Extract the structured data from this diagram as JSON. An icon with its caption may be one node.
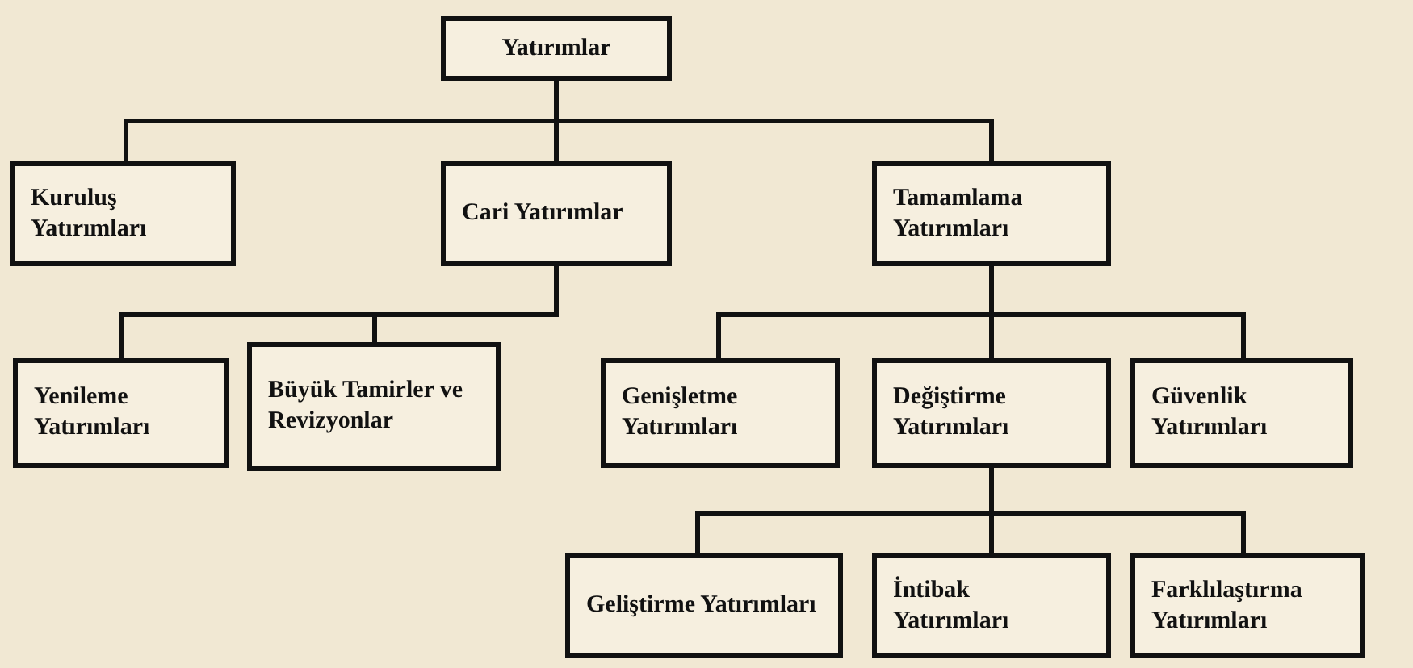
{
  "diagram": {
    "nodes": [
      {
        "text": [
          "Yatırımlar"
        ]
      },
      {
        "text": [
          "Kuruluş Yatırımları"
        ]
      },
      {
        "text": [
          "Cari Yatırımlar"
        ]
      },
      {
        "text": [
          "Tamamlama Yatırımları"
        ]
      },
      {
        "text": [
          "Yenileme Yatırımları"
        ]
      },
      {
        "text": [
          "Büyük Tamirler ve Revizyonlar"
        ]
      },
      {
        "text": [
          "Genişletme Yatırımları"
        ]
      },
      {
        "text": [
          "Değiştirme Yatırımları"
        ]
      },
      {
        "text": [
          "Güvenlik Yatırımları"
        ]
      },
      {
        "text": [
          "Geliştirme Yatırımları"
        ]
      },
      {
        "text": [
          "İntibak Yatırımları"
        ]
      },
      {
        "text": [
          "Farklılaştırma Yatırımları"
        ]
      }
    ],
    "edges": [
      {
        "from": 0,
        "to": 1,
        "arrow": "none"
      },
      {
        "from": 0,
        "to": 2,
        "arrow": "none"
      },
      {
        "from": 0,
        "to": 3,
        "arrow": "none"
      },
      {
        "from": 2,
        "to": 4,
        "arrow": "none"
      },
      {
        "from": 2,
        "to": 5,
        "arrow": "none"
      },
      {
        "from": 3,
        "to": 6,
        "arrow": "none"
      },
      {
        "from": 3,
        "to": 7,
        "arrow": "none"
      },
      {
        "from": 3,
        "to": 8,
        "arrow": "none"
      },
      {
        "from": 7,
        "to": 9,
        "arrow": "none"
      },
      {
        "from": 7,
        "to": 10,
        "arrow": "none"
      },
      {
        "from": 7,
        "to": 11,
        "arrow": "none"
      }
    ]
  }
}
